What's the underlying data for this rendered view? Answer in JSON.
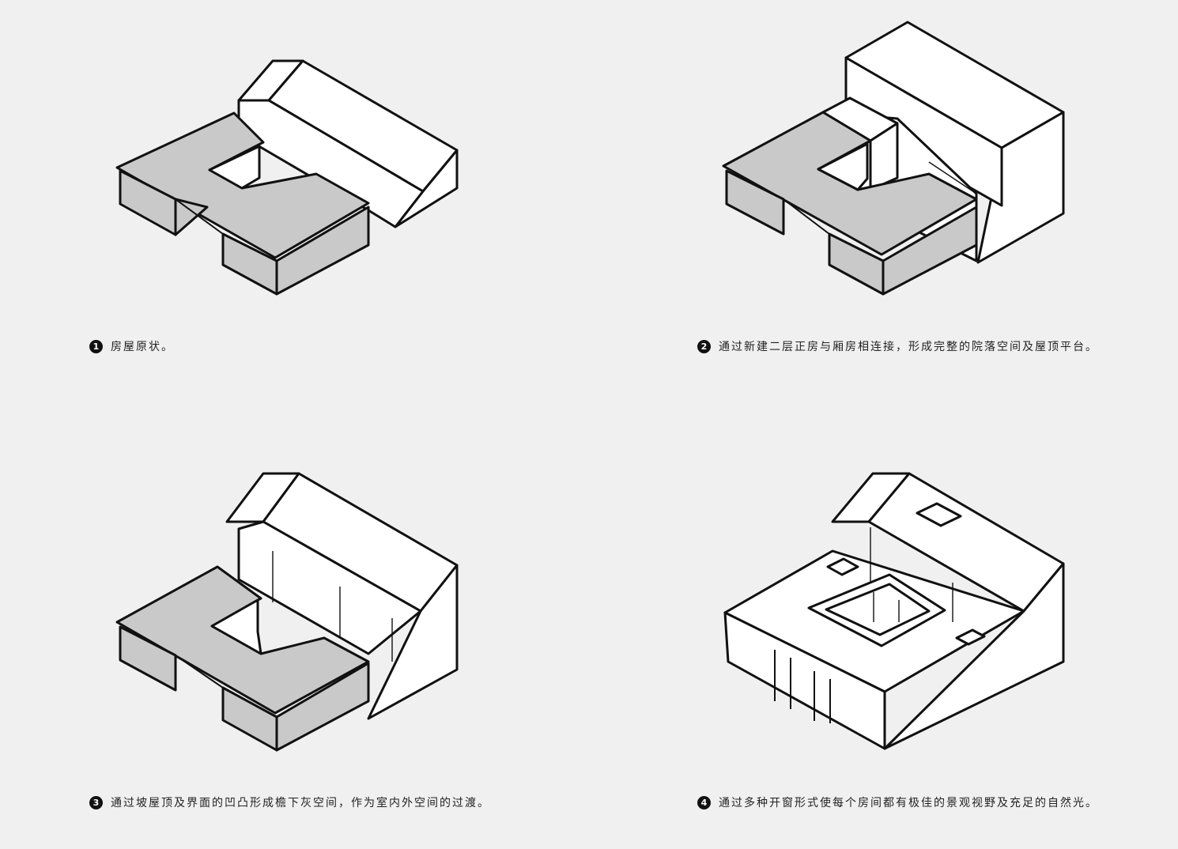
{
  "panels": [
    {
      "number": "1",
      "caption": "房屋原状。"
    },
    {
      "number": "2",
      "caption": "通过新建二层正房与厢房相连接，形成完整的院落空间及屋顶平台。"
    },
    {
      "number": "3",
      "caption": "通过坡屋顶及界面的凹凸形成檐下灰空间，作为室内外空间的过渡。"
    },
    {
      "number": "4",
      "caption": "通过多种开窗形式使每个房间都有极佳的景观视野及充足的自然光。"
    }
  ],
  "colors": {
    "background": "#f0f0f0",
    "roof_gray": "#c9c9c9",
    "outline": "#111111",
    "wall": "#ffffff"
  }
}
